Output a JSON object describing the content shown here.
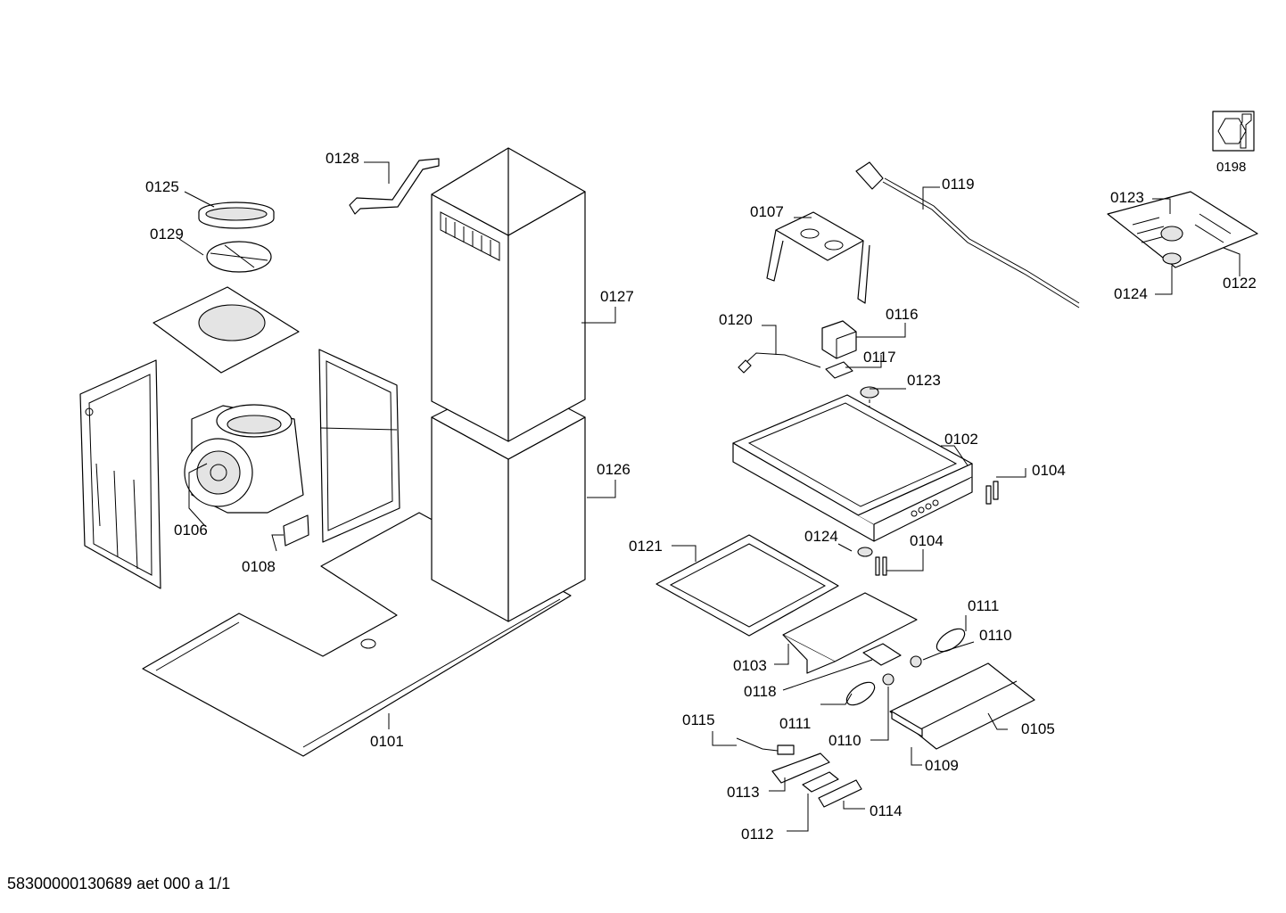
{
  "labels": {
    "l0101": "0101",
    "l0102": "0102",
    "l0103": "0103",
    "l0104a": "0104",
    "l0104b": "0104",
    "l0105": "0105",
    "l0106": "0106",
    "l0107": "0107",
    "l0108": "0108",
    "l0109": "0109",
    "l0110a": "0110",
    "l0110b": "0110",
    "l0111a": "0111",
    "l0111b": "0111",
    "l0112": "0112",
    "l0113": "0113",
    "l0114": "0114",
    "l0115": "0115",
    "l0116": "0116",
    "l0117": "0117",
    "l0118": "0118",
    "l0119": "0119",
    "l0120": "0120",
    "l0121": "0121",
    "l0122": "0122",
    "l0123a": "0123",
    "l0123b": "0123",
    "l0124a": "0124",
    "l0124b": "0124",
    "l0125": "0125",
    "l0126": "0126",
    "l0127": "0127",
    "l0128": "0128",
    "l0129": "0129",
    "l0198": "0198"
  },
  "footer": {
    "doc_id": "58300000130689 aet 000 a 1/1"
  },
  "icons": {
    "service_kit": "wrench-nut-icon"
  }
}
